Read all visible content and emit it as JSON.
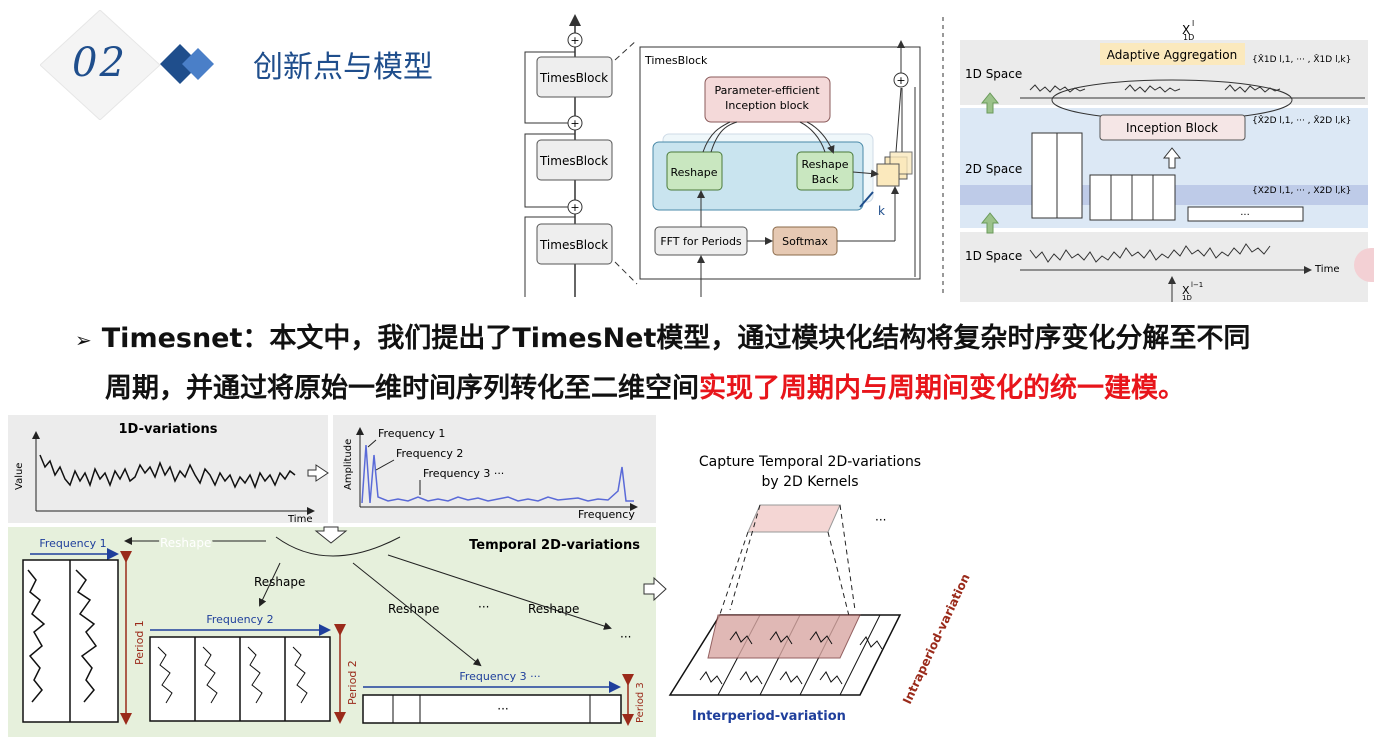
{
  "section": {
    "number": "02",
    "title": "创新点与模型"
  },
  "bullet": {
    "marker": "➢",
    "line1": "Timesnet：本文中，我们提出了TimesNet模型，通过模块化结构将复杂时序变化分解至不同",
    "line2_plain": "周期，并通过将原始一维时间序列转化至二维空间",
    "line2_red": "实现了周期内与周期间变化的统一建模。"
  },
  "arch": {
    "timesblock_label": "TimesBlock",
    "timesblock_title": "TimesBlock",
    "inception": "Parameter-efficient Inception block",
    "reshape": "Reshape",
    "reshape_back": "Reshape Back",
    "fft": "FFT for Periods",
    "softmax": "Softmax",
    "k": "k"
  },
  "spaces": {
    "space_1d": "1D Space",
    "space_2d": "2D Space",
    "adaptive": "Adaptive Aggregation",
    "inception_block": "Inception Block",
    "time": "Time",
    "x_out": "X",
    "x_out_sub": "1D",
    "x_out_sup": "l",
    "x_in": "X",
    "x_in_sub": "1D",
    "x_in_sup": "l−1",
    "set_1d": "{X̂1D l,1, ··· , X̂1D l,k}",
    "set_2d_hat": "{X̂2D l,1, ··· , X̂2D l,k}",
    "set_2d": "{X2D l,1, ··· , X2D l,k}",
    "dots": "···"
  },
  "lower": {
    "variations_1d": "1D-variations",
    "value": "Value",
    "time": "Time",
    "amplitude": "Amplitude",
    "frequency": "Frequency",
    "freq1": "Frequency 1",
    "freq2": "Frequency 2",
    "freq3": "Frequency 3  ···",
    "temporal_2d": "Temporal 2D-variations",
    "reshape": "Reshape",
    "dots": "···",
    "period1": "Period 1",
    "period2": "Period 2",
    "period3": "Period 3",
    "capture_line1": "Capture Temporal 2D-variations",
    "capture_line2": "by 2D Kernels",
    "interperiod": "Interperiod-variation",
    "intraperiod": "Intraperiod-variation"
  },
  "colors": {
    "title_blue": "#1f4e8c",
    "red": "#e8151b",
    "green_panel": "#e6f0dc",
    "gray_panel": "#ececec"
  }
}
